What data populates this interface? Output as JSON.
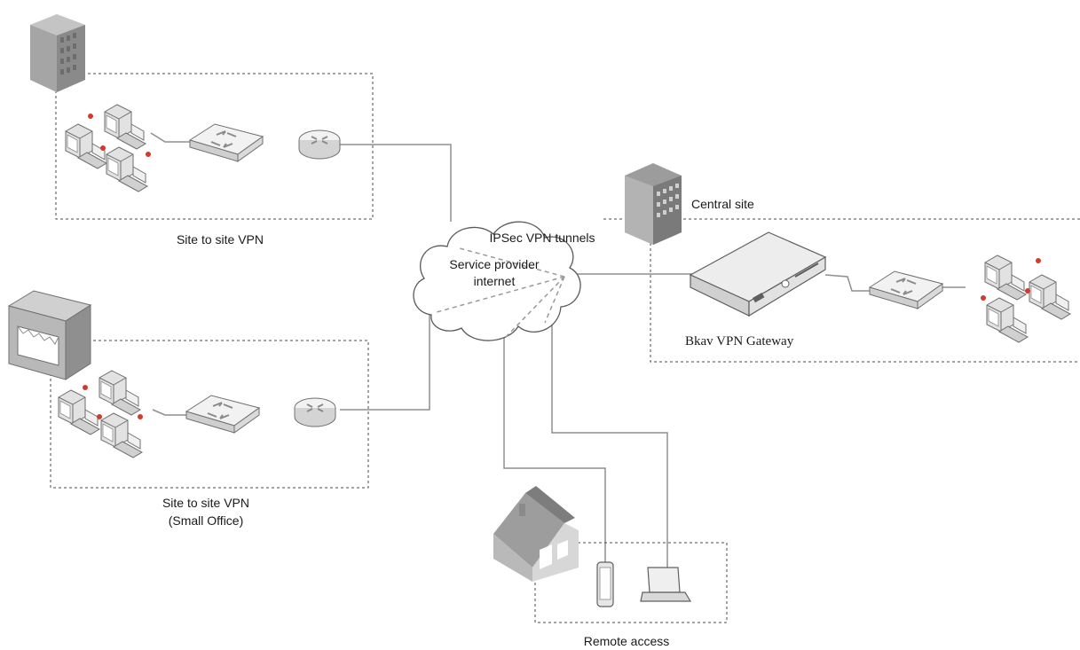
{
  "zones": {
    "site1": {
      "label": "Site to site VPN"
    },
    "site2": {
      "label_line1": "Site to site VPN",
      "label_line2": "(Small Office)"
    },
    "central": {
      "label": "Central site",
      "gateway_label": "Bkav VPN Gateway"
    },
    "remote": {
      "label": "Remote access"
    }
  },
  "cloud": {
    "tunnels_label": "IPSec VPN tunnels",
    "label_line1": "Service provider",
    "label_line2": "internet"
  },
  "icons": {
    "office_building": "office-building-icon",
    "small_office": "small-office-icon",
    "central_building": "central-building-icon",
    "house": "house-icon",
    "computer": "computer-icon",
    "switch": "switch-icon",
    "router": "router-icon",
    "vpn_gateway": "vpn-gateway-icon",
    "phone": "mobile-phone-icon",
    "laptop": "laptop-icon"
  },
  "colors": {
    "device_gray": "#d6d6d6",
    "building_gray": "#8a8a8a",
    "link_dot_red": "#d33a2c",
    "wire_gray": "#8f8f8f"
  }
}
